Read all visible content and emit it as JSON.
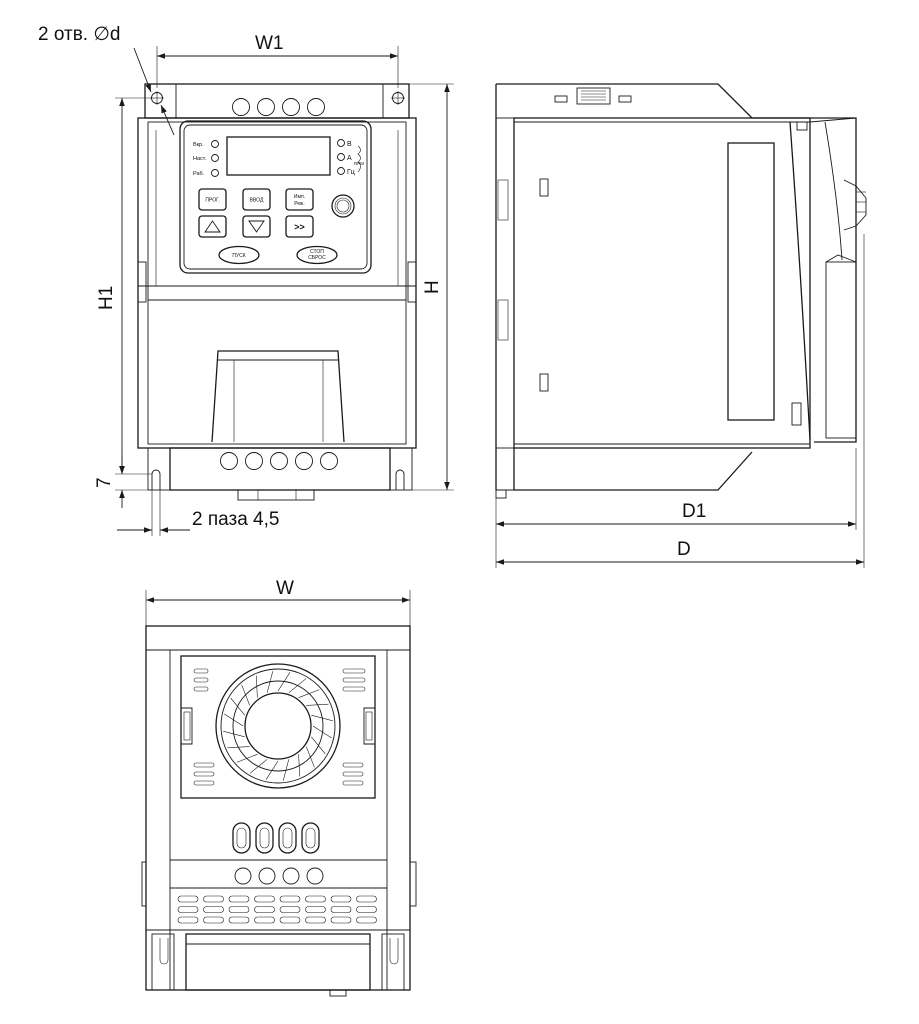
{
  "dimensions": {
    "holes": "2 отв. ∅d",
    "w1": "W1",
    "h1": "H1",
    "h": "H",
    "seven": "7",
    "slots": "2 паза 4,5",
    "w": "W",
    "d1": "D1",
    "d": "D"
  },
  "panel": {
    "led_left": [
      "Вкр.",
      "Наст.",
      "Раб."
    ],
    "led_right": [
      "В",
      "А",
      "Гц"
    ],
    "rpm": "RPM",
    "btn_prog": "ПРОГ.",
    "btn_enter": "ВВОД",
    "btn_imp_line1": "Имп.",
    "btn_imp_line2": "Реж.",
    "btn_right": ">>",
    "btn_start": "ПУСК",
    "btn_stop_line1": "СТОП",
    "btn_stop_line2": "СБРОС"
  }
}
